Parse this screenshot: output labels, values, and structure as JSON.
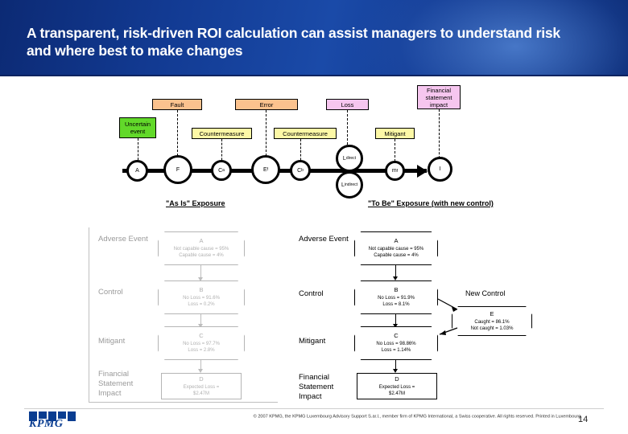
{
  "slide": {
    "title": "A transparent, risk-driven ROI calculation can assist managers to understand risk and where best to make changes",
    "page_number": "14",
    "copyright": "© 2007 KPMG, the KPMG Luxembourg Advisory Support S.ar.l., member firm of KPMG International, a Swiss cooperative. All rights reserved. Printed in Luxembourg.",
    "logo_text": "KPMG",
    "accent_blue": "#123a92",
    "kpmg_blue": "#0a3d91"
  },
  "timeline": {
    "callouts": {
      "uncertain_event": "Uncertain event",
      "fault": "Fault",
      "error": "Error",
      "loss": "Loss",
      "financial_statement_impact": "Financial statement impact",
      "countermeasure_1": "Countermeasure",
      "countermeasure_2": "Countermeasure",
      "mitigant": "Mitigant"
    },
    "nodes": [
      {
        "id": "A",
        "label": "A",
        "sub": ""
      },
      {
        "id": "F",
        "label": "F",
        "sub": ""
      },
      {
        "id": "Ca",
        "label": "C",
        "sub": "a"
      },
      {
        "id": "E",
        "label": "E",
        "sub": "f"
      },
      {
        "id": "Cb",
        "label": "C",
        "sub": "b"
      },
      {
        "id": "Ld",
        "label": "L",
        "sub": "direct"
      },
      {
        "id": "Li",
        "label": "L",
        "sub": "indirect"
      },
      {
        "id": "m",
        "label": "m",
        "sub": "f"
      },
      {
        "id": "I",
        "label": "I",
        "sub": ""
      }
    ],
    "colors": {
      "fault": "#fbc28e",
      "loss": "#f6c6ef",
      "countermeasure": "#fdf8a6",
      "uncertain": "#62d92a"
    }
  },
  "exposures": {
    "as_is": "\"As Is\" Exposure",
    "to_be": "\"To Be\" Exposure (with new control)"
  },
  "row_labels": {
    "adverse_event": "Adverse Event",
    "control": "Control",
    "mitigant": "Mitigant",
    "financial_statement_impact": "Financial Statement Impact"
  },
  "as_is_tree": {
    "nodes": [
      {
        "id": "A",
        "title": "A",
        "lines": [
          "Not capable cause = 95%",
          "Capable cause = 4%"
        ]
      },
      {
        "id": "B",
        "title": "B",
        "lines": [
          "No Loss = 91.6%",
          "Loss = 0.2%"
        ]
      },
      {
        "id": "C",
        "title": "C",
        "lines": [
          "No Loss = 97.7%",
          "Loss = 2.8%"
        ]
      },
      {
        "id": "D",
        "title": "D",
        "lines": [
          "Expected Loss =",
          "$2.47M"
        ]
      }
    ]
  },
  "to_be_tree": {
    "new_control_label": "New Control",
    "nodes": [
      {
        "id": "A",
        "title": "A",
        "lines": [
          "Not capable cause = 95%",
          "Capable cause = 4%"
        ]
      },
      {
        "id": "B",
        "title": "B",
        "lines": [
          "No Loss = 91.9%",
          "Loss = 8.1%"
        ]
      },
      {
        "id": "C",
        "title": "C",
        "lines": [
          "No Loss = 98.86%",
          "Loss = 1.14%"
        ]
      },
      {
        "id": "D",
        "title": "D",
        "lines": [
          "Expected Loss =",
          "$2.47M"
        ]
      },
      {
        "id": "E",
        "title": "E",
        "lines": [
          "Caught = 86.1%",
          "Not caught = 1.03%"
        ]
      }
    ]
  }
}
